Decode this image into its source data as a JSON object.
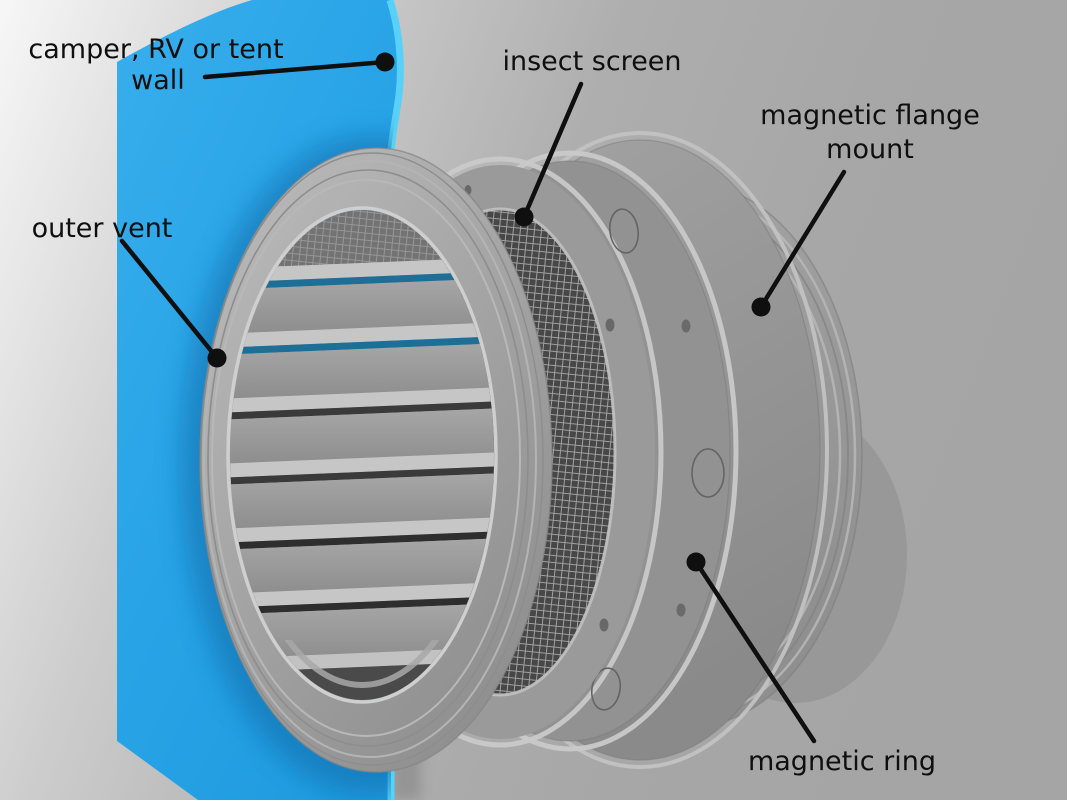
{
  "figure": {
    "kind": "exploded-assembly-diagram",
    "subject": "magnetic flange vent mount assembly on a camper wall",
    "labels": {
      "wall_line1": "camper, RV or tent",
      "wall_line2": "wall",
      "insect_screen": "insect screen",
      "flange_line1": "magnetic flange",
      "flange_line2": "mount",
      "outer_vent": "outer vent",
      "magnetic_ring": "magnetic ring"
    },
    "parts": [
      {
        "id": "wall",
        "label": "camper, RV or tent wall"
      },
      {
        "id": "outer-vent",
        "label": "outer vent"
      },
      {
        "id": "insect-screen",
        "label": "insect screen"
      },
      {
        "id": "magnetic-ring",
        "label": "magnetic ring"
      },
      {
        "id": "magnetic-flange-mount",
        "label": "magnetic flange mount"
      }
    ],
    "colors": {
      "wall_blue": "#2AA5E8",
      "wall_edge_highlight": "#58D1F8",
      "louver_gap_blue": "#1D6F97",
      "part_gray_light": "#B8B8B8",
      "part_gray_mid": "#9A9A9A",
      "part_gray_dark": "#8A8A8A",
      "mesh_dark": "#474747",
      "background_top_left": "#F6F6F6",
      "background_right": "#A6A6A6",
      "annotation_black": "#0F0F0F"
    }
  }
}
